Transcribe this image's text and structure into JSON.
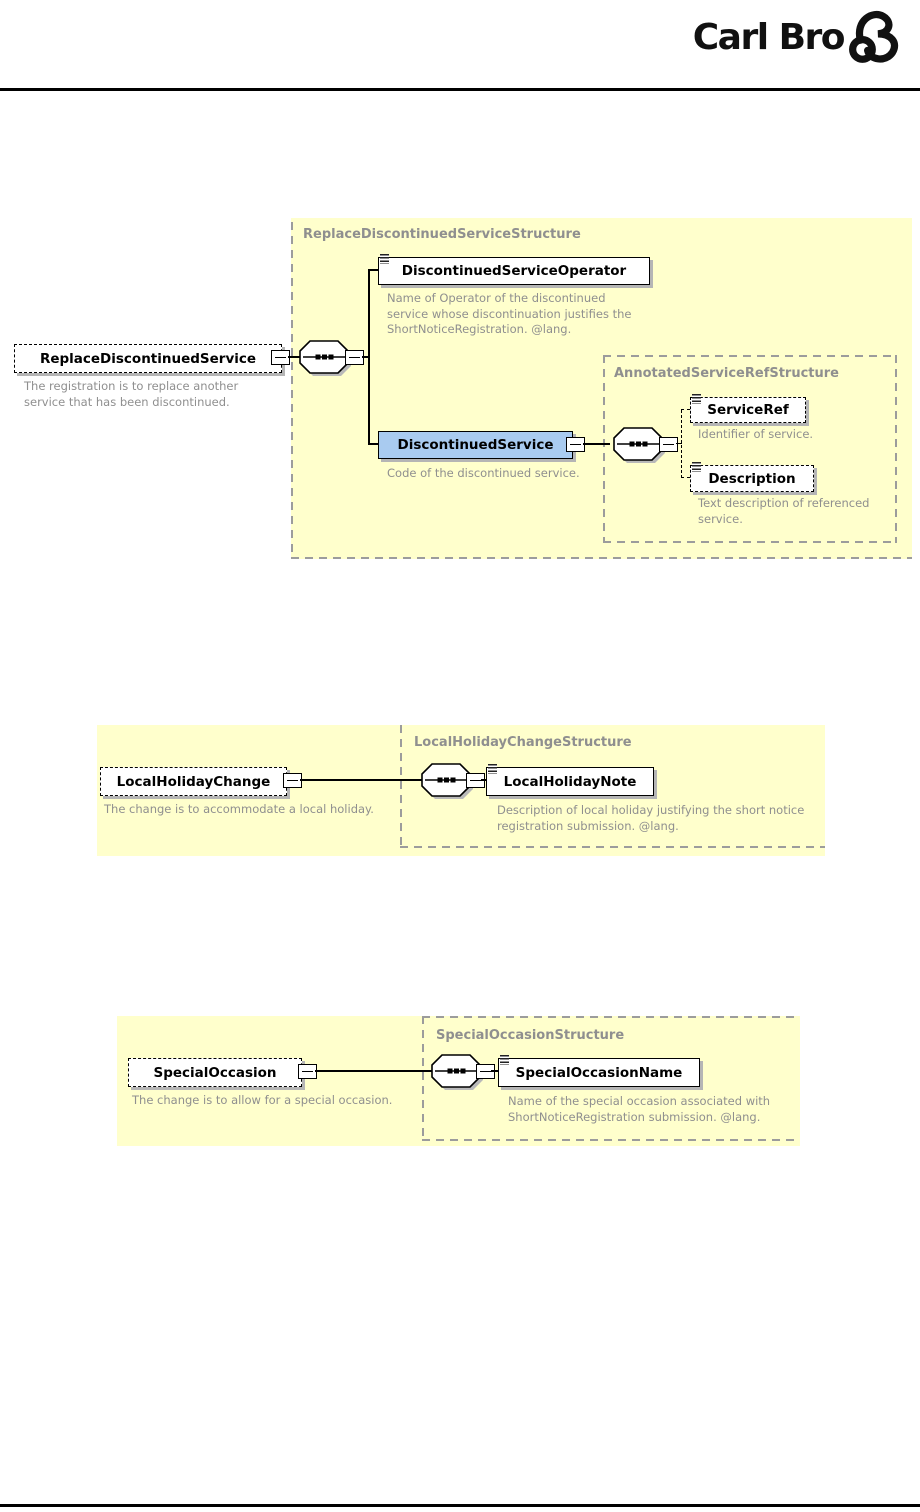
{
  "page": {
    "brand": "Carl Bro"
  },
  "colors": {
    "structure_bg": "#ffffcc",
    "highlight_blue": "#a9cbf0",
    "annotation_gray": "#8f8f8f"
  },
  "d1": {
    "structure_label": "ReplaceDiscontinuedServiceStructure",
    "root_name": "ReplaceDiscontinuedService",
    "root_note": "The registration is to replace another\nservice that has been discontinued.",
    "operator_name": "DiscontinuedServiceOperator",
    "operator_note": "Name of Operator of the discontinued\nservice whose discontinuation justifies the\nShortNoticeRegistration. @lang.",
    "sub_structure_label": "AnnotatedServiceRefStructure",
    "service_name": "DiscontinuedService",
    "service_note": "Code of the discontinued service.",
    "serviceref_name": "ServiceRef",
    "serviceref_note": "Identifier of service.",
    "description_name": "Description",
    "description_note": "Text description of referenced\nservice."
  },
  "d2": {
    "structure_label": "LocalHolidayChangeStructure",
    "root_name": "LocalHolidayChange",
    "root_note": "The change is to accommodate a local holiday.",
    "leaf_name": "LocalHolidayNote",
    "leaf_note": "Description of local holiday justifying the short notice\nregistration submission. @lang."
  },
  "d3": {
    "structure_label": "SpecialOccasionStructure",
    "root_name": "SpecialOccasion",
    "root_note": "The change is to allow for a special occasion.",
    "leaf_name": "SpecialOccasionName",
    "leaf_note": "Name of the special occasion associated with\nShortNoticeRegistration submission. @lang."
  }
}
